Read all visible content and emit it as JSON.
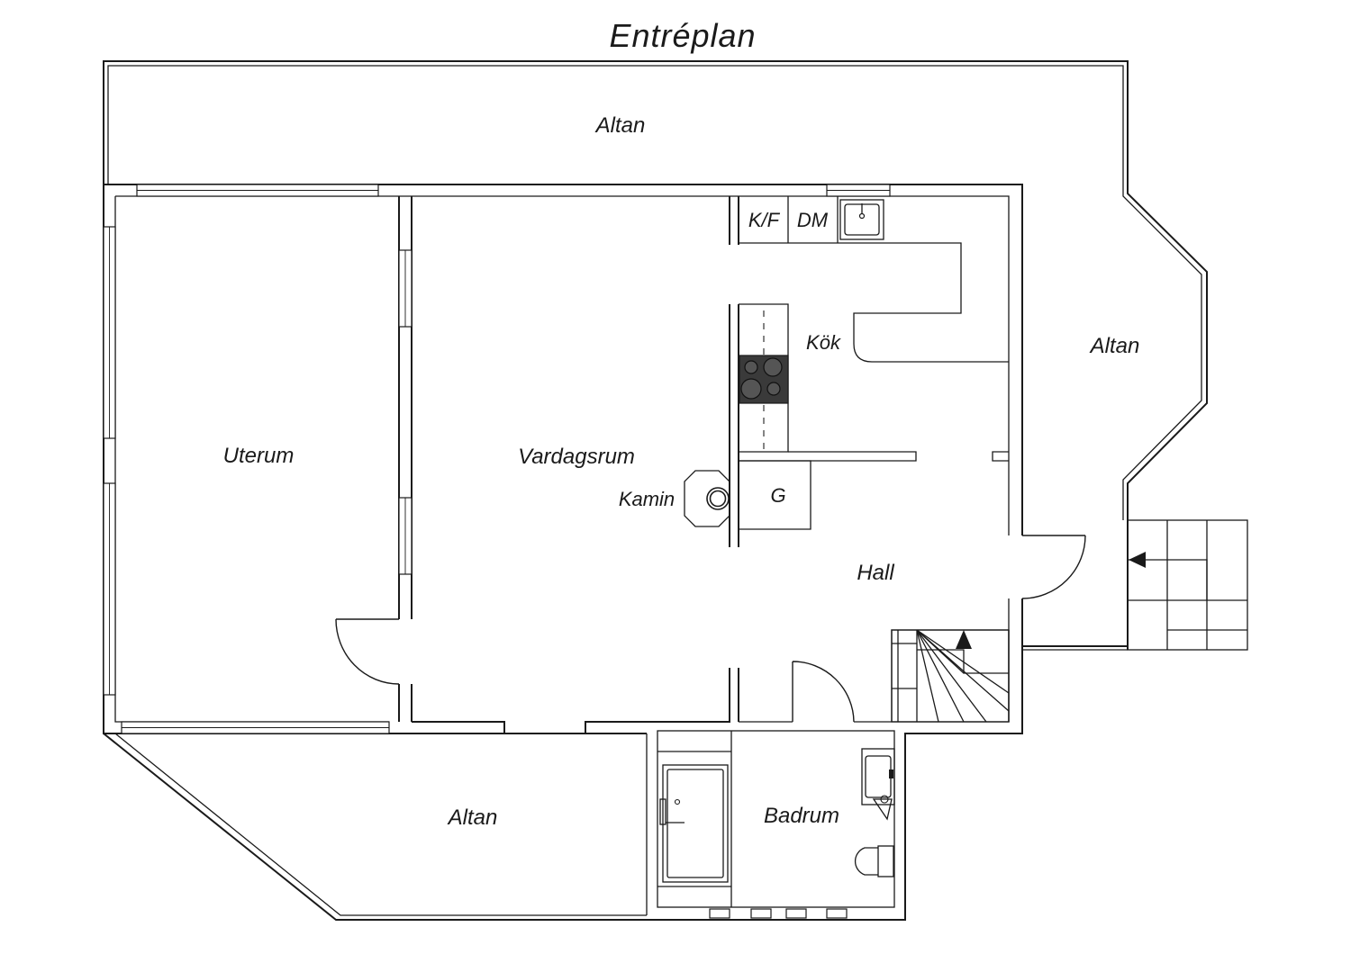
{
  "title": "Entréplan",
  "rooms": {
    "altan_top": "Altan",
    "altan_right": "Altan",
    "altan_bottom": "Altan",
    "uterum": "Uterum",
    "vardagsrum": "Vardagsrum",
    "kok": "Kök",
    "kf": "K/F",
    "dm": "DM",
    "kamin": "Kamin",
    "g": "G",
    "hall": "Hall",
    "badrum": "Badrum"
  },
  "icons": {
    "sink": "kitchen-sink-icon",
    "stove": "stove-icon",
    "fireplace": "fireplace-icon",
    "stairs": "staircase-icon",
    "entry_stairs": "entry-stairs-icon",
    "bathtub": "bathtub-icon",
    "washbasin": "washbasin-icon",
    "toilet": "toilet-icon"
  },
  "colors": {
    "line": "#1a1a1a",
    "background": "#ffffff",
    "stove": "#3a3a3a"
  }
}
